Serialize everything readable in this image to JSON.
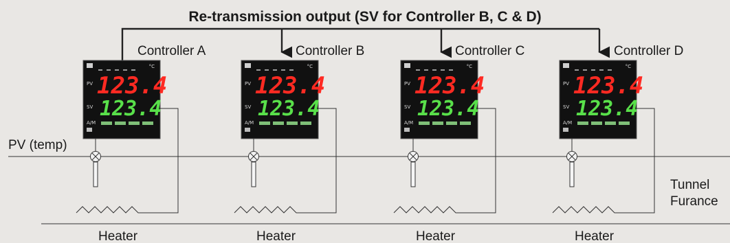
{
  "title": "Re-transmission output (SV for Controller B, C & D)",
  "pv_label": "PV (temp)",
  "tunnel_label_line1": "Tunnel",
  "tunnel_label_line2": "Furance",
  "controllers": [
    {
      "name": "Controller A",
      "pv_display": "123.4",
      "sv_display": "123.4",
      "heater": "Heater"
    },
    {
      "name": "Controller B",
      "pv_display": "123.4",
      "sv_display": "123.4",
      "heater": "Heater"
    },
    {
      "name": "Controller C",
      "pv_display": "123.4",
      "sv_display": "123.4",
      "heater": "Heater"
    },
    {
      "name": "Controller D",
      "pv_display": "123.4",
      "sv_display": "123.4",
      "heater": "Heater"
    }
  ],
  "panel": {
    "pv_tag": "PV",
    "sv_tag": "SV",
    "am_key": "A/M",
    "unit": "°C"
  },
  "colors": {
    "background": "#e9e7e4",
    "panel": "#111111",
    "pv_digits": "#ff2a22",
    "sv_digits": "#59e04a",
    "wire": "#222222"
  }
}
